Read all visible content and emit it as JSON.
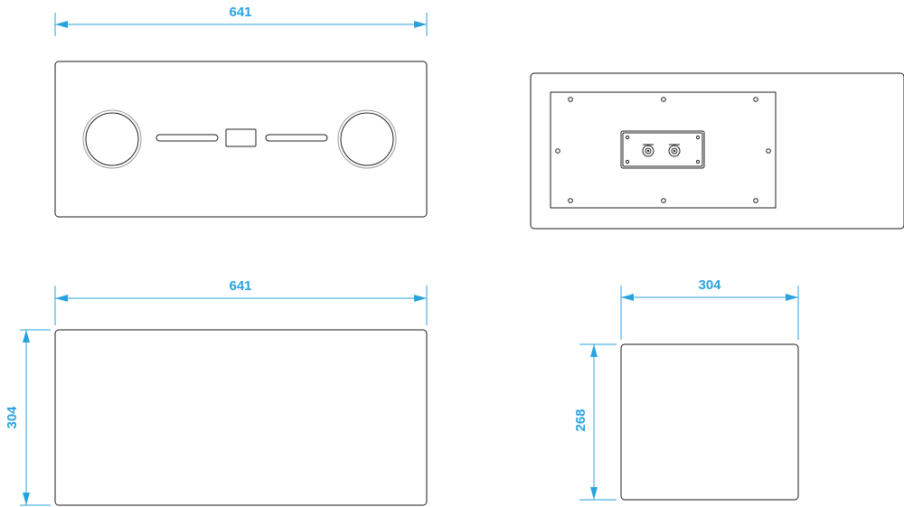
{
  "dimensions": {
    "front_width": "641",
    "top_width": "641",
    "top_depth": "304",
    "side_width": "304",
    "side_height": "268"
  },
  "colors": {
    "dimension": "#29a3e0",
    "outline": "#1a1a1a"
  },
  "icons": {
    "terminal": "speaker-binding-post-icon",
    "driver": "speaker-driver-icon",
    "screw": "screw-hole-icon"
  }
}
